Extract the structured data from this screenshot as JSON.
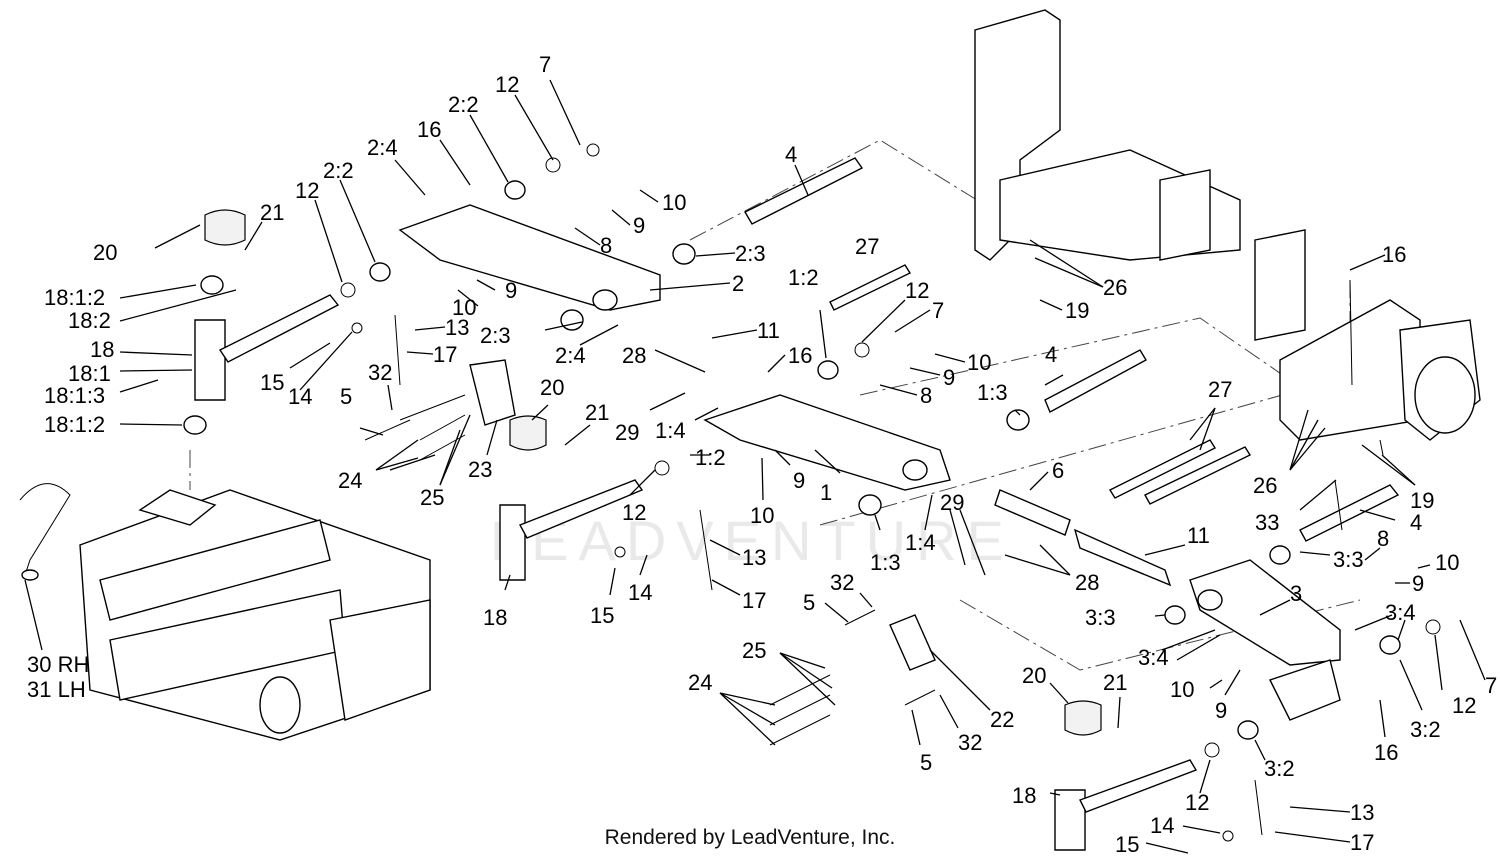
{
  "footer_text": "Rendered by LeadVenture, Inc.",
  "watermark_text": "LEADVENTURE",
  "callouts": [
    "7",
    "12",
    "2:2",
    "16",
    "2:4",
    "12",
    "2:2",
    "21",
    "20",
    "4",
    "10",
    "9",
    "8",
    "2:3",
    "27",
    "16",
    "26",
    "19",
    "18:1:2",
    "18:2",
    "18",
    "18:1",
    "18:1:3",
    "18:1:2",
    "10",
    "9",
    "13",
    "17",
    "2",
    "11",
    "1:2",
    "12",
    "7",
    "2:3",
    "2:4",
    "28",
    "16",
    "10",
    "9",
    "8",
    "15",
    "14",
    "32",
    "5",
    "24",
    "25",
    "23",
    "20",
    "21",
    "29",
    "1:4",
    "1:2",
    "10",
    "9",
    "4",
    "1:3",
    "27",
    "26",
    "33",
    "19",
    "4",
    "1",
    "6",
    "29",
    "12",
    "18",
    "13",
    "17",
    "15",
    "14",
    "11",
    "1:3",
    "1:4",
    "28",
    "8",
    "10",
    "9",
    "3:3",
    "3:3",
    "3",
    "3:4",
    "32",
    "5",
    "25",
    "24",
    "22",
    "5",
    "32",
    "20",
    "21",
    "10",
    "9",
    "3:4",
    "12",
    "7",
    "16",
    "3:2",
    "3:2",
    "18",
    "12",
    "13",
    "14",
    "17",
    "15",
    "30 RH",
    "31 LH"
  ],
  "colors": {
    "line": "#000000",
    "background": "#ffffff",
    "watermark": "#e9e9e9"
  }
}
